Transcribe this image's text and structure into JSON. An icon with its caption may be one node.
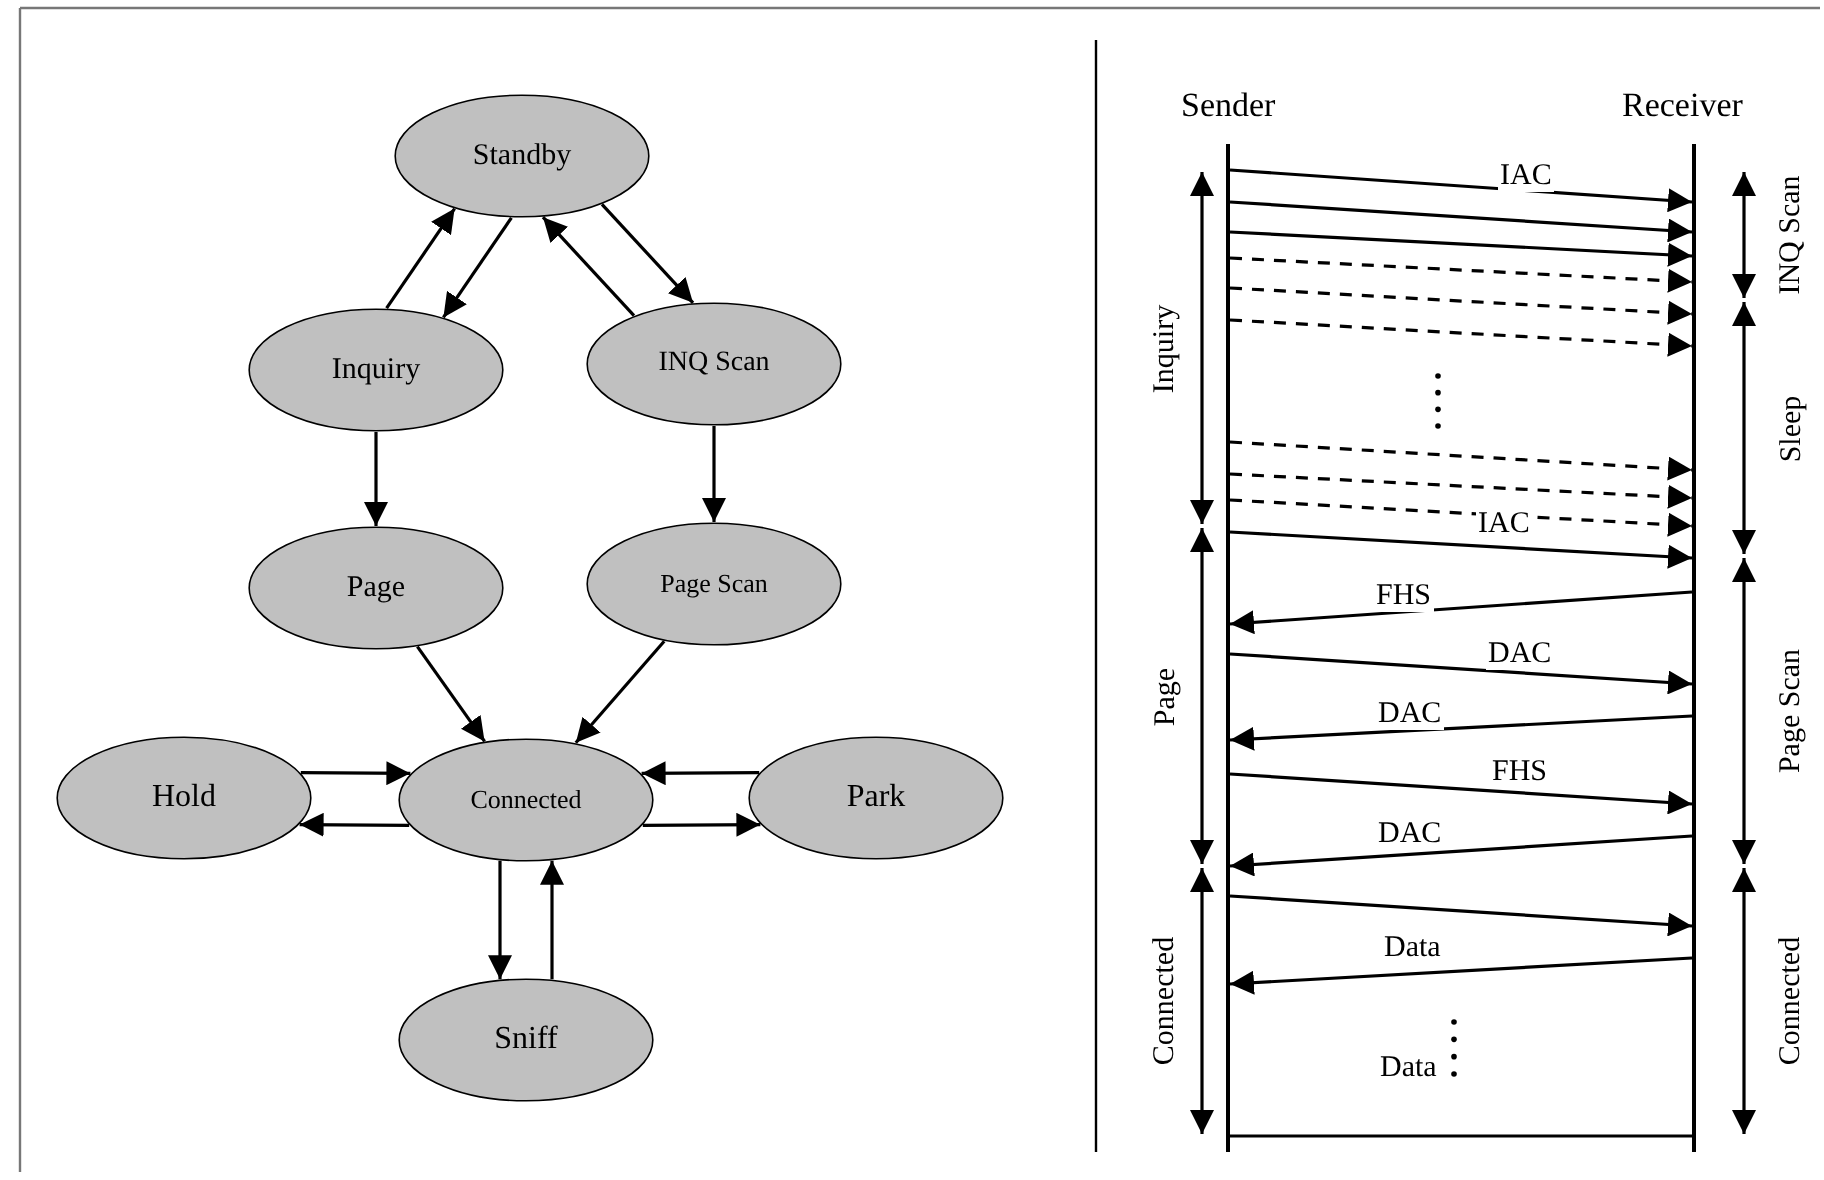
{
  "diagram": {
    "nodes": [
      {
        "text": [
          "Standby"
        ]
      },
      {
        "text": [
          "Inquiry"
        ]
      },
      {
        "text": [
          "INQ Scan"
        ]
      },
      {
        "text": [
          "Page"
        ]
      },
      {
        "text": [
          "Page Scan"
        ]
      },
      {
        "text": [
          "Hold"
        ]
      },
      {
        "text": [
          "Connected"
        ]
      },
      {
        "text": [
          "Park"
        ]
      },
      {
        "text": [
          "Sniff"
        ]
      },
      {
        "text": [],
        "shape": "line",
        "beside": [
          "Sender"
        ]
      },
      {
        "text": [],
        "shape": "line",
        "beside": [
          "Receiver"
        ]
      }
    ],
    "edges": [
      {
        "from": 1,
        "to": 0,
        "arrow": "to"
      },
      {
        "from": 0,
        "to": 1,
        "arrow": "to"
      },
      {
        "from": 2,
        "to": 0,
        "arrow": "to"
      },
      {
        "from": 0,
        "to": 2,
        "arrow": "to"
      },
      {
        "from": 1,
        "to": 3,
        "arrow": "to"
      },
      {
        "from": 2,
        "to": 4,
        "arrow": "to"
      },
      {
        "from": 3,
        "to": 6,
        "arrow": "to"
      },
      {
        "from": 4,
        "to": 6,
        "arrow": "to"
      },
      {
        "from": 5,
        "to": 6,
        "arrow": "to"
      },
      {
        "from": 6,
        "to": 5,
        "arrow": "to"
      },
      {
        "from": 7,
        "to": 6,
        "arrow": "to"
      },
      {
        "from": 6,
        "to": 7,
        "arrow": "to"
      },
      {
        "from": 6,
        "to": 8,
        "arrow": "to"
      },
      {
        "from": 8,
        "to": 6,
        "arrow": "to"
      },
      {
        "from": 9,
        "to": 10,
        "arrow": "to",
        "label": "IAC"
      },
      {
        "from": 9,
        "to": 10,
        "arrow": "to"
      },
      {
        "from": 9,
        "to": 10,
        "arrow": "to"
      },
      {
        "from": 9,
        "to": 10,
        "arrow": "to",
        "style": "dashed"
      },
      {
        "from": 9,
        "to": 10,
        "arrow": "to",
        "style": "dashed"
      },
      {
        "from": 9,
        "to": 10,
        "arrow": "to",
        "style": "dashed"
      },
      {
        "from": 9,
        "to": 10,
        "arrow": "to",
        "style": "dashed"
      },
      {
        "from": 9,
        "to": 10,
        "arrow": "to",
        "style": "dashed"
      },
      {
        "from": 9,
        "to": 10,
        "arrow": "to",
        "style": "dashed"
      },
      {
        "from": 9,
        "to": 10,
        "arrow": "to",
        "label": "IAC"
      },
      {
        "from": 10,
        "to": 9,
        "arrow": "to",
        "label": "FHS"
      },
      {
        "from": 9,
        "to": 10,
        "arrow": "to",
        "label": "DAC"
      },
      {
        "from": 10,
        "to": 9,
        "arrow": "to",
        "label": "DAC"
      },
      {
        "from": 9,
        "to": 10,
        "arrow": "to",
        "label": "FHS"
      },
      {
        "from": 10,
        "to": 9,
        "arrow": "to",
        "label": "DAC"
      },
      {
        "from": 9,
        "to": 10,
        "arrow": "to"
      },
      {
        "from": 10,
        "to": 9,
        "arrow": "to",
        "label": "Data"
      },
      {
        "from": 9,
        "to": 10,
        "arrow": "none"
      }
    ],
    "labels": [
      "Inquiry",
      "Page",
      "Connected",
      "INQ Scan",
      "Sleep",
      "Page Scan",
      "Connected",
      "Data"
    ]
  }
}
